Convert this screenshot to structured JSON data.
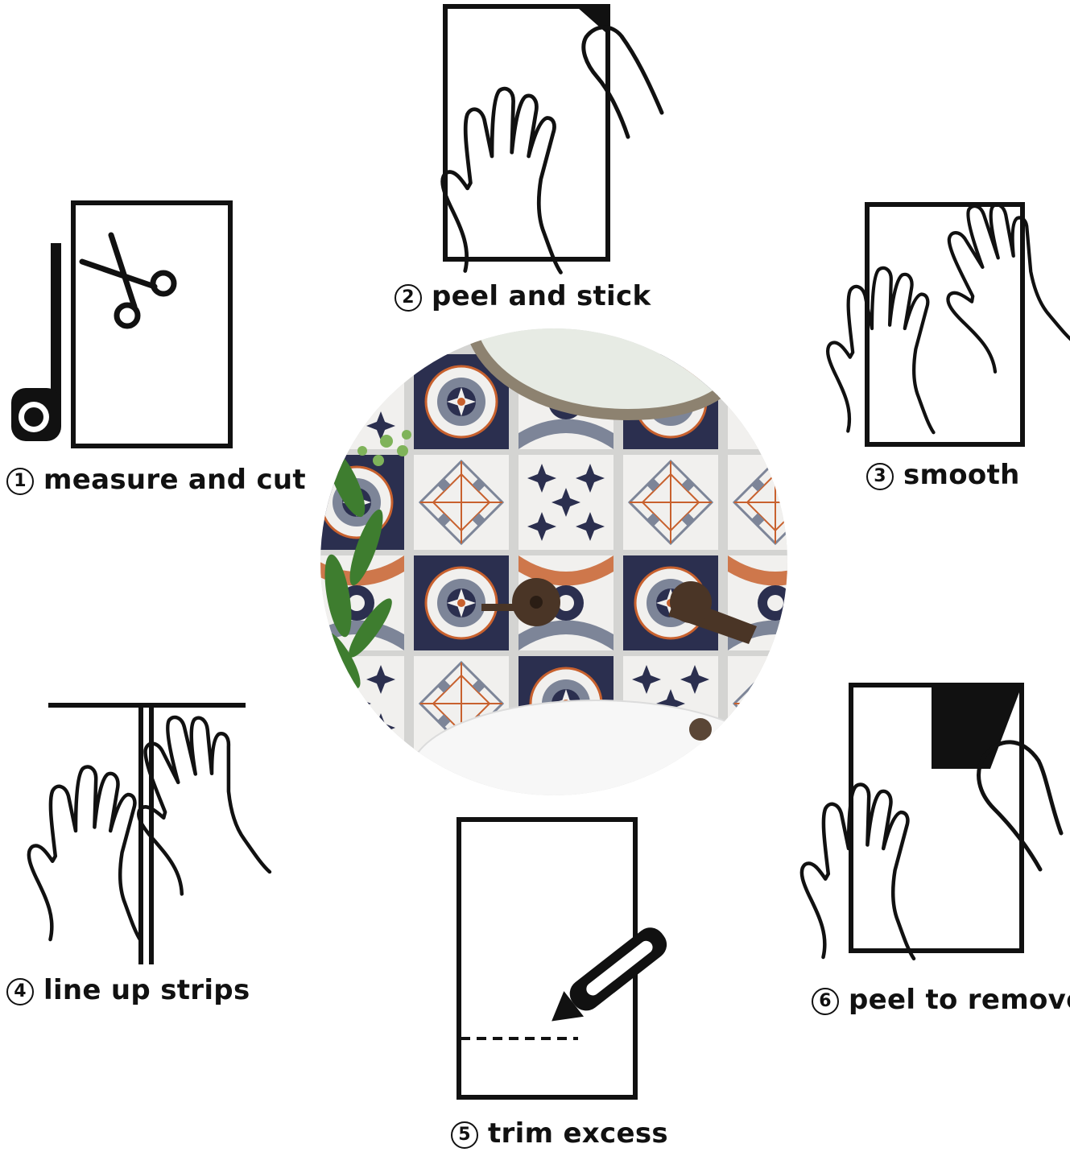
{
  "steps": [
    {
      "number": "1",
      "label": "measure and cut"
    },
    {
      "number": "2",
      "label": "peel and stick"
    },
    {
      "number": "3",
      "label": "smooth"
    },
    {
      "number": "4",
      "label": "line up strips"
    },
    {
      "number": "5",
      "label": "trim excess"
    },
    {
      "number": "6",
      "label": "peel to remove"
    }
  ],
  "icons": [
    "tape-measure-icon",
    "scissors-icon",
    "hand-icon",
    "utility-knife-icon"
  ],
  "colors": {
    "navy": "#2b2f4f",
    "orange": "#c8612e",
    "slate": "#7d8598",
    "tile_bg": "#f1f0ee",
    "grout": "#c9c9c9"
  }
}
